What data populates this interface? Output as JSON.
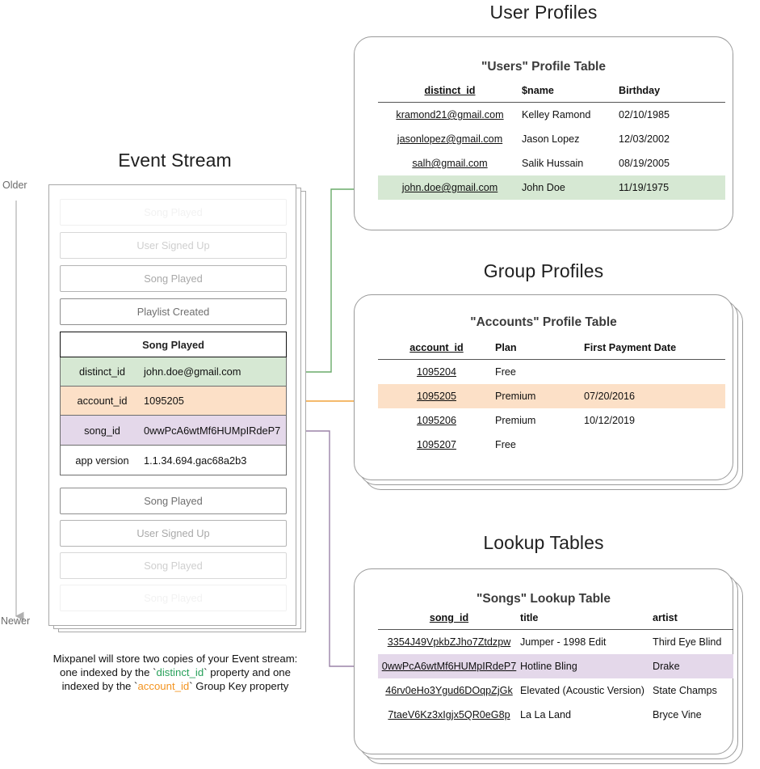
{
  "sections": {
    "event_stream": {
      "title": "Event Stream",
      "axis": {
        "older": "Older",
        "newer": "Newer"
      },
      "rows_before": [
        {
          "label": "Song Played",
          "fade": "f1"
        },
        {
          "label": "User Signed Up",
          "fade": "f2"
        },
        {
          "label": "Song Played",
          "fade": "f3"
        },
        {
          "label": "Playlist Created",
          "fade": "f4"
        }
      ],
      "selected_event": {
        "name": "Song Played",
        "properties": [
          {
            "key": "distinct_id",
            "value": "john.doe@gmail.com",
            "highlight": "g"
          },
          {
            "key": "account_id",
            "value": "1095205",
            "highlight": "o"
          },
          {
            "key": "song_id",
            "value": "0wwPcA6wtMf6HUMpIRdeP7",
            "highlight": "p"
          },
          {
            "key": "app version",
            "value": "1.1.34.694.gac68a2b3",
            "highlight": "w"
          }
        ]
      },
      "rows_after": [
        {
          "label": "Song Played",
          "fade": "f4"
        },
        {
          "label": "User Signed Up",
          "fade": "f3"
        },
        {
          "label": "Song Played",
          "fade": "f2"
        },
        {
          "label": "Song Played",
          "fade": "f1"
        }
      ],
      "caption": {
        "line1": "Mixpanel will store two copies of your Event stream:",
        "line2_a": "one indexed by the `",
        "line2_token": "distinct_id",
        "line2_b": "` property and one",
        "line3_a": "indexed by the `",
        "line3_token": "account_id",
        "line3_b": "` Group Key property"
      }
    },
    "user_profiles": {
      "title": "User Profiles",
      "table_title": "\"Users\" Profile Table",
      "columns": [
        "distinct_id",
        "$name",
        "Birthday"
      ],
      "rows": [
        {
          "cells": [
            "kramond21@gmail.com",
            "Kelley Ramond",
            "02/10/1985"
          ],
          "highlight": ""
        },
        {
          "cells": [
            "jasonlopez@gmail.com",
            "Jason Lopez",
            "12/03/2002"
          ],
          "highlight": ""
        },
        {
          "cells": [
            "salh@gmail.com",
            "Salik Hussain",
            "08/19/2005"
          ],
          "highlight": ""
        },
        {
          "cells": [
            "john.doe@gmail.com",
            "John Doe",
            "11/19/1975"
          ],
          "highlight": "hl-green"
        }
      ]
    },
    "group_profiles": {
      "title": "Group Profiles",
      "table_title": "\"Accounts\" Profile Table",
      "columns": [
        "account_id",
        "Plan",
        "First Payment Date"
      ],
      "rows": [
        {
          "cells": [
            "1095204",
            "Free",
            ""
          ],
          "highlight": ""
        },
        {
          "cells": [
            "1095205",
            "Premium",
            "07/20/2016"
          ],
          "highlight": "hl-orange"
        },
        {
          "cells": [
            "1095206",
            "Premium",
            "10/12/2019"
          ],
          "highlight": ""
        },
        {
          "cells": [
            "1095207",
            "Free",
            ""
          ],
          "highlight": ""
        }
      ]
    },
    "lookup_tables": {
      "title": "Lookup Tables",
      "table_title": "\"Songs\" Lookup Table",
      "columns": [
        "song_id",
        "title",
        "artist"
      ],
      "rows": [
        {
          "cells": [
            "3354J49VpkbZJho7Ztdzpw",
            "Jumper - 1998 Edit",
            "Third Eye Blind"
          ],
          "highlight": ""
        },
        {
          "cells": [
            "0wwPcA6wtMf6HUMpIRdeP7",
            "Hotline Bling",
            "Drake"
          ],
          "highlight": "hl-purple"
        },
        {
          "cells": [
            "46rv0eHo3Ygud6DOqpZjGk",
            "Elevated (Acoustic Version)",
            "State Champs"
          ],
          "highlight": ""
        },
        {
          "cells": [
            "7taeV6Kz3xIgjx5QR0eG8p",
            "La La Land",
            "Bryce Vine"
          ],
          "highlight": ""
        }
      ]
    }
  },
  "colors": {
    "green_highlight": "#d6e8d3",
    "orange_highlight": "#fce0c7",
    "purple_highlight": "#e4d8ea",
    "green_connector": "#6aab6a",
    "orange_connector": "#f0a33c",
    "purple_connector": "#9b83a8",
    "card_border": "#9a9a9a"
  }
}
